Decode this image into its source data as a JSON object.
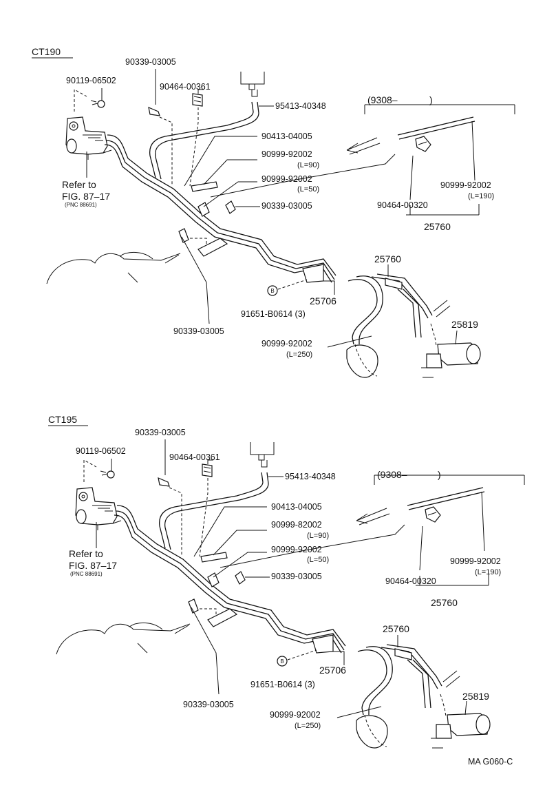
{
  "diagram": {
    "code": "MA G060-C",
    "sections": [
      {
        "title": "CT190",
        "ref_text": "Refer to",
        "ref_fig": "FIG. 87–17",
        "ref_pnc": "(PNC 88691)",
        "date_bracket": "(9308–",
        "date_close": ")",
        "labels": {
          "bolt": "90119-06502",
          "plug_top": "90339-03005",
          "clip_top": "90464-00361",
          "hose_bend": "95413-40348",
          "clip_mid": "90413-04005",
          "hose_90": "90999-92002",
          "len_90": "(L=90)",
          "hose_50": "90999-92002",
          "len_50": "(L=50)",
          "plug_mid": "90339-03005",
          "plug_low": "90339-03005",
          "hose_190": "90999-92002",
          "len_190": "(L=190)",
          "clip_right": "90464-00320",
          "asm_right": "25760",
          "asm_pipe": "25760",
          "pipe_bracket": "25706",
          "bolt_b": "91651-B0614 (3)",
          "b_marker": "B",
          "hose_250": "90999-92002",
          "len_250": "(L=250)",
          "vsv": "25819"
        }
      },
      {
        "title": "CT195",
        "ref_text": "Refer to",
        "ref_fig": "FIG. 87–17",
        "ref_pnc": "(PNC 88691)",
        "date_bracket": "(9308–",
        "date_close": ")",
        "labels": {
          "bolt": "90119-06502",
          "plug_top": "90339-03005",
          "clip_top": "90464-00361",
          "hose_bend": "95413-40348",
          "clip_mid": "90413-04005",
          "hose_90": "90999-82002",
          "len_90": "(L=90)",
          "hose_50": "90999-92002",
          "len_50": "(L=50)",
          "plug_mid": "90339-03005",
          "plug_low": "90339-03005",
          "hose_190": "90999-92002",
          "len_190": "(L=190)",
          "clip_right": "90464-00320",
          "asm_right": "25760",
          "asm_pipe": "25760",
          "pipe_bracket": "25706",
          "bolt_b": "91651-B0614 (3)",
          "b_marker": "B",
          "hose_250": "90999-92002",
          "len_250": "(L=250)",
          "vsv": "25819"
        }
      }
    ]
  }
}
